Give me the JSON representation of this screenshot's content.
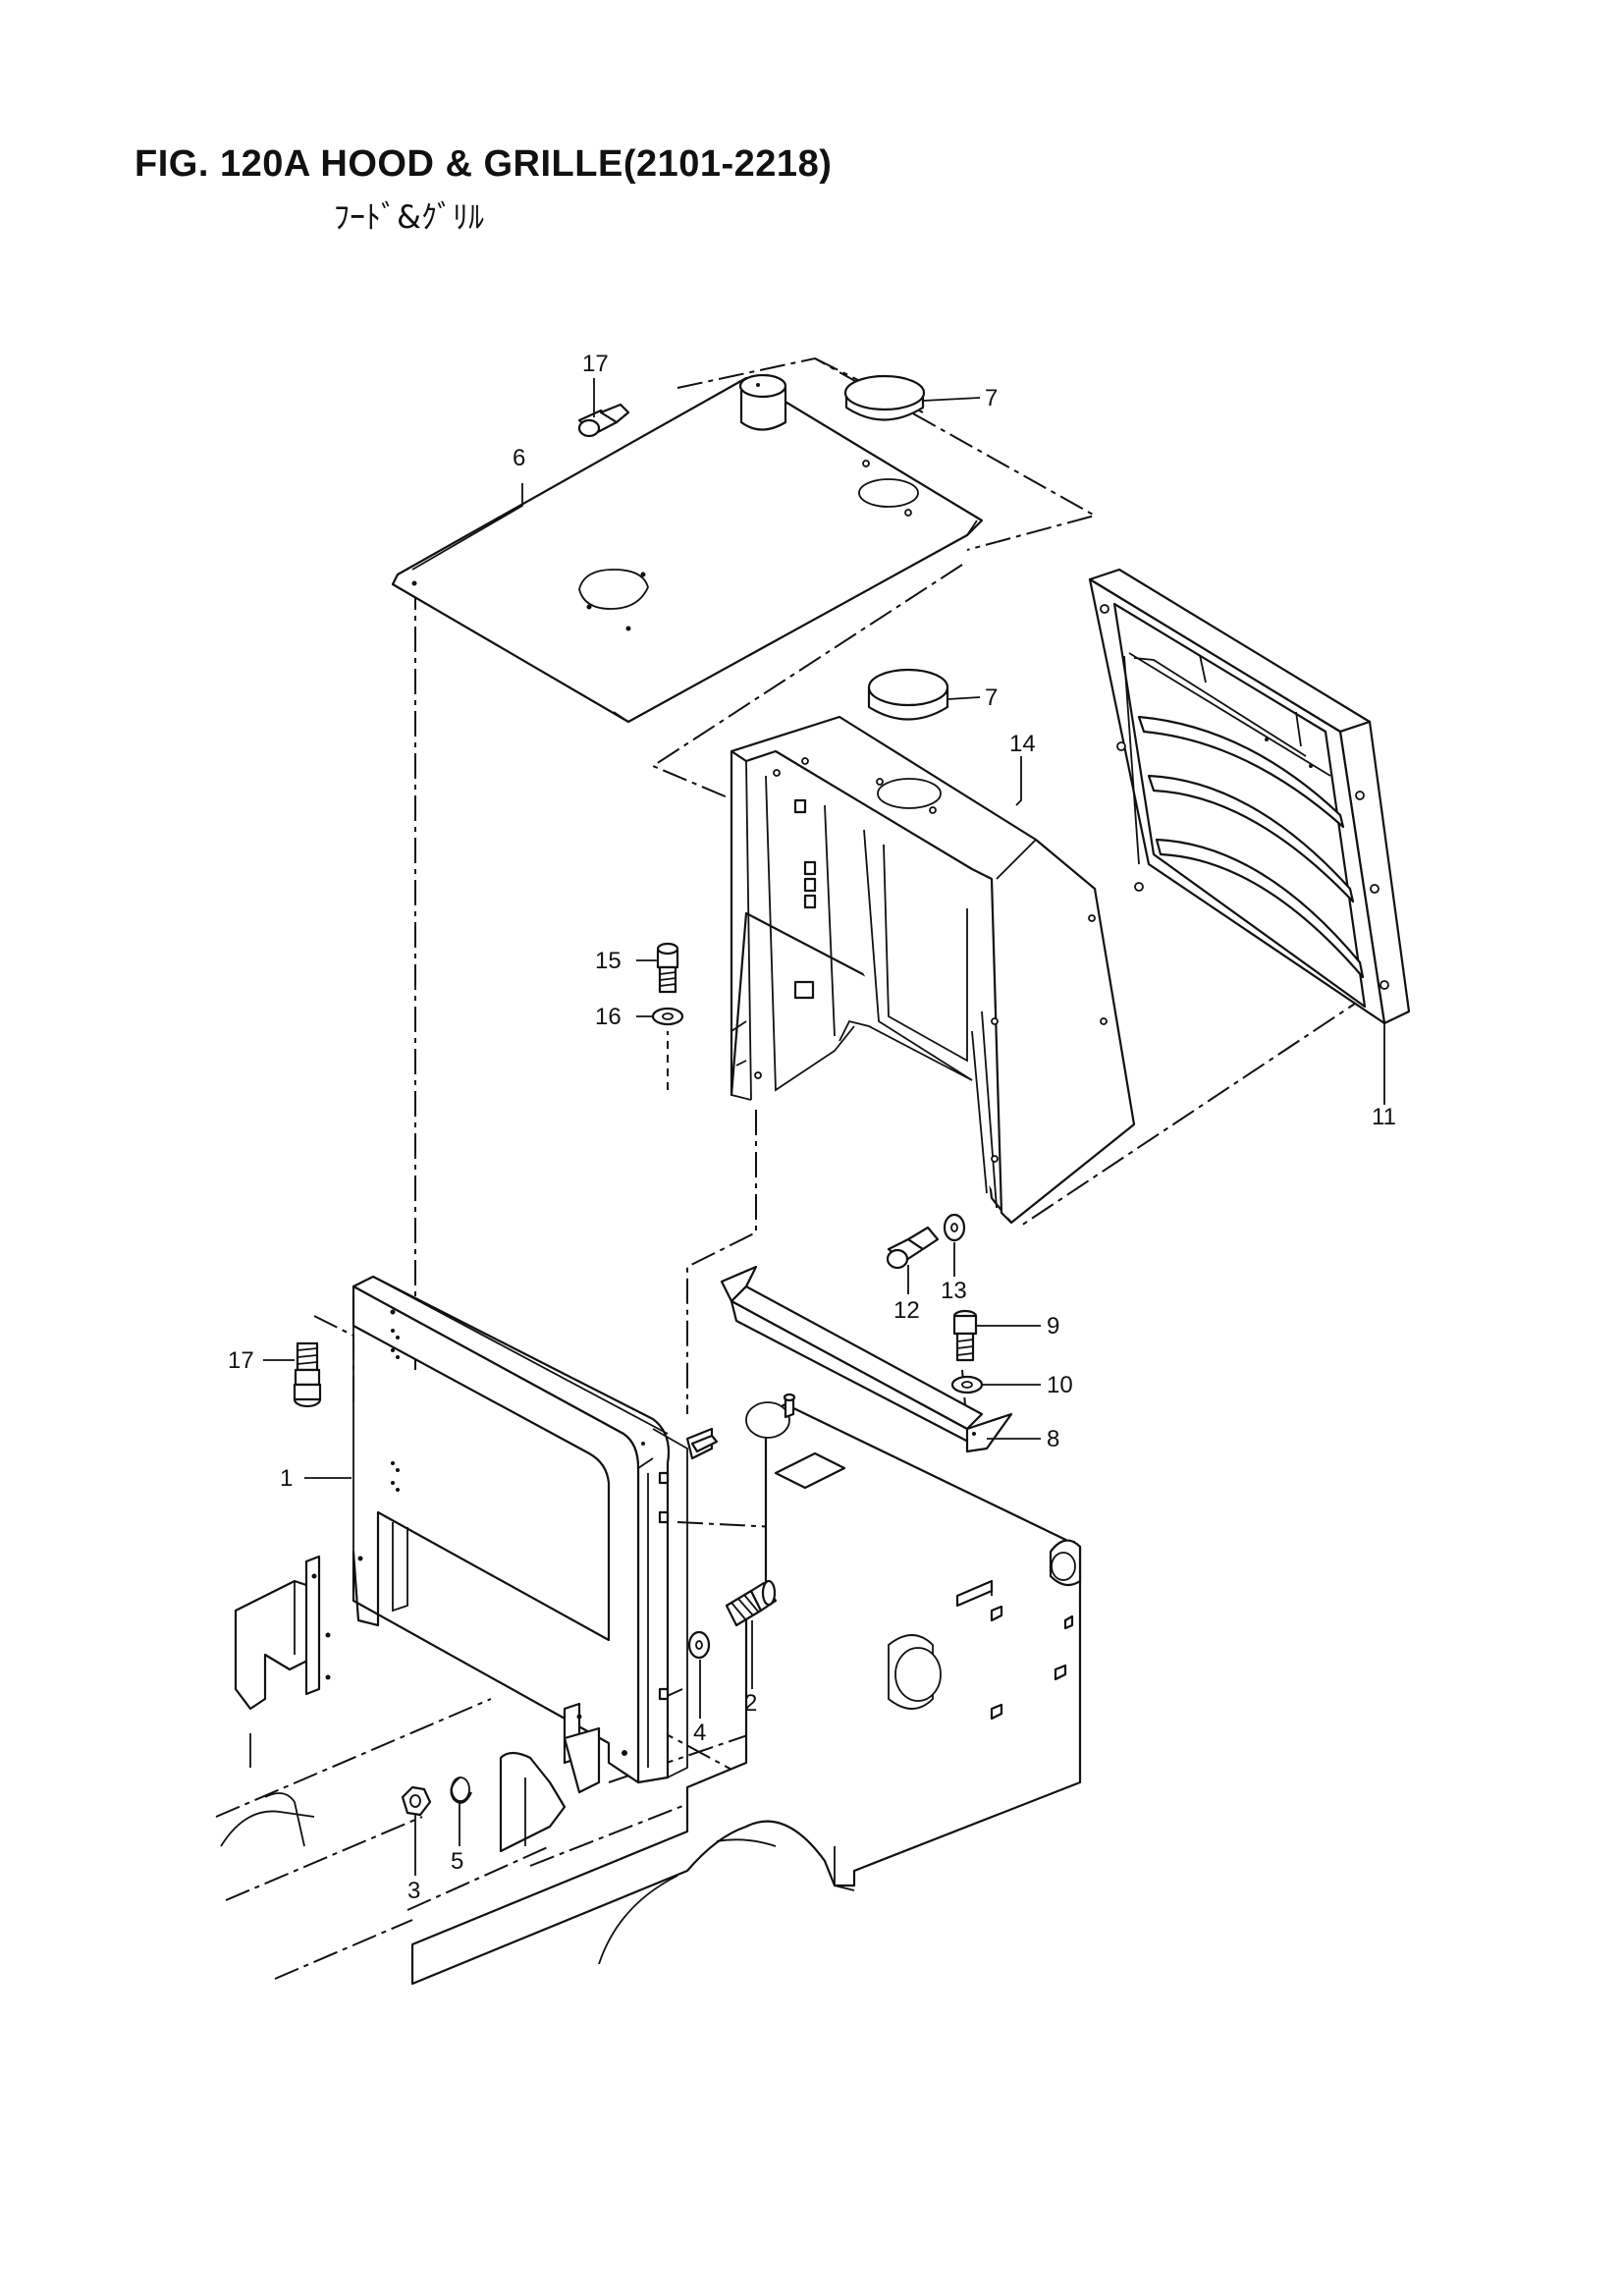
{
  "header": {
    "title": "FIG. 120A  HOOD & GRILLE(2101-2218)",
    "subtitle": "ﾌｰﾄﾞ&ｸﾞﾘﾙ"
  },
  "callouts": {
    "c1": "1",
    "c2": "2",
    "c3": "3",
    "c4": "4",
    "c5": "5",
    "c6": "6",
    "c7a": "7",
    "c7b": "7",
    "c8": "8",
    "c9": "9",
    "c10": "10",
    "c11": "11",
    "c12": "12",
    "c13": "13",
    "c14": "14",
    "c15": "15",
    "c16": "16",
    "c17a": "17",
    "c17b": "17"
  }
}
